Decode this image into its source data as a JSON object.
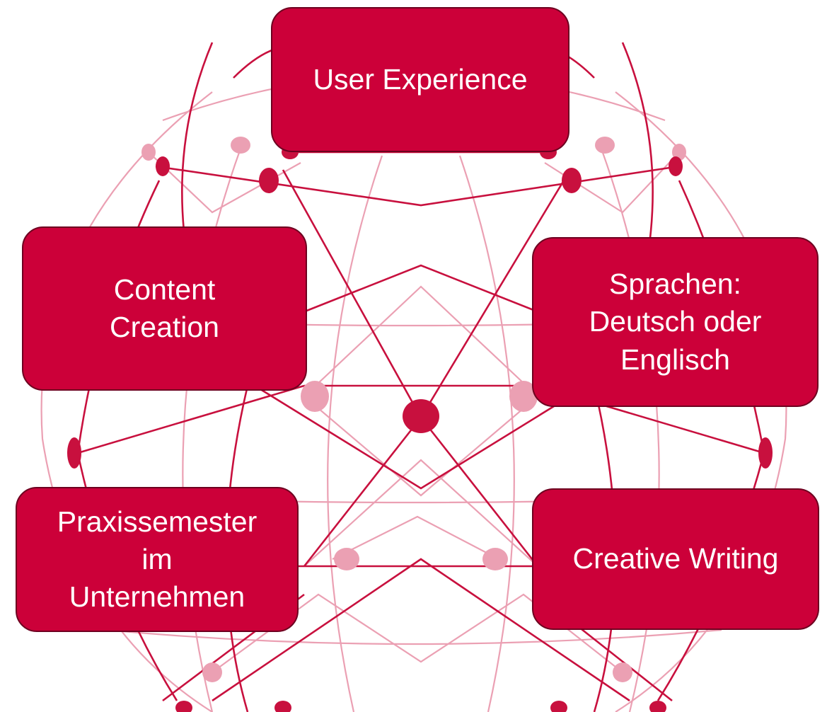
{
  "colors": {
    "primary": "#cc0039",
    "line": "#c8103e",
    "light": "#eba0b3",
    "box_border": "#6e0020",
    "text": "#ffffff",
    "background": "#ffffff"
  },
  "boxes": {
    "user_experience": "User Experience",
    "content_creation": "Content\nCreation",
    "languages": "Sprachen:\nDeutsch oder\nEnglisch",
    "internship": "Praxissemester\nim\nUnternehmen",
    "creative_writing": "Creative Writing"
  }
}
